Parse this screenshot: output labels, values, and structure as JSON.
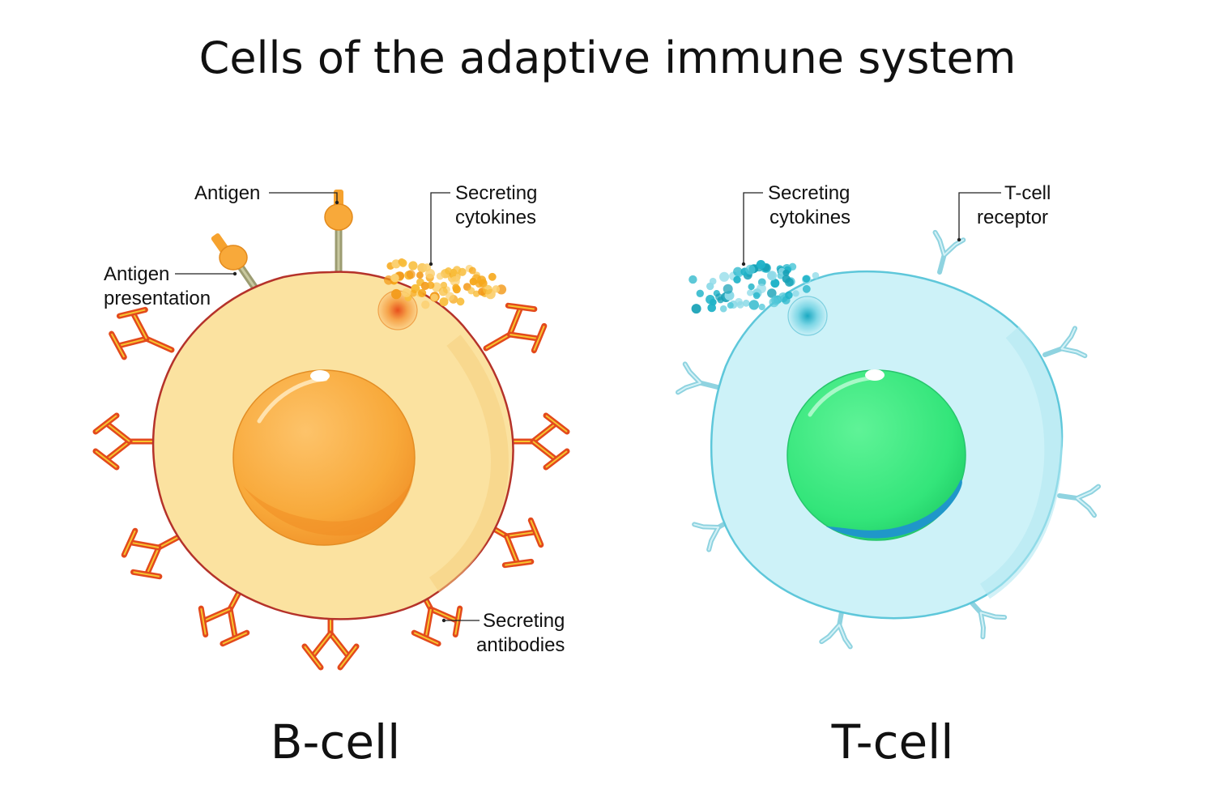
{
  "title": "Cells of the adaptive immune system",
  "b_cell": {
    "name": "B-cell",
    "labels": {
      "antigen": "Antigen",
      "antigen_presentation_1": "Antigen",
      "antigen_presentation_2": "presentation",
      "cytokines_1": "Secreting",
      "cytokines_2": "cytokines",
      "antibodies_1": "Secreting",
      "antibodies_2": "antibodies"
    }
  },
  "t_cell": {
    "name": "T-cell",
    "labels": {
      "cytokines_1": "Secreting",
      "cytokines_2": "cytokines",
      "receptor_1": "T-cell",
      "receptor_2": "receptor"
    }
  },
  "colors": {
    "b_cytoplasm": "#fbe2a0",
    "b_membrane": "#b5322a",
    "b_nucleus": "#f8a93a",
    "antibody": "#e34a1c",
    "antibody_stripe": "#f7c530",
    "b_cytokine": "#f6a81c",
    "t_cytoplasm": "#cdf2f8",
    "t_membrane": "#5ec7da",
    "t_nucleus": "#33e57a",
    "t_receptor": "#a5dfea",
    "t_cytokine": "#1fb3c8"
  }
}
